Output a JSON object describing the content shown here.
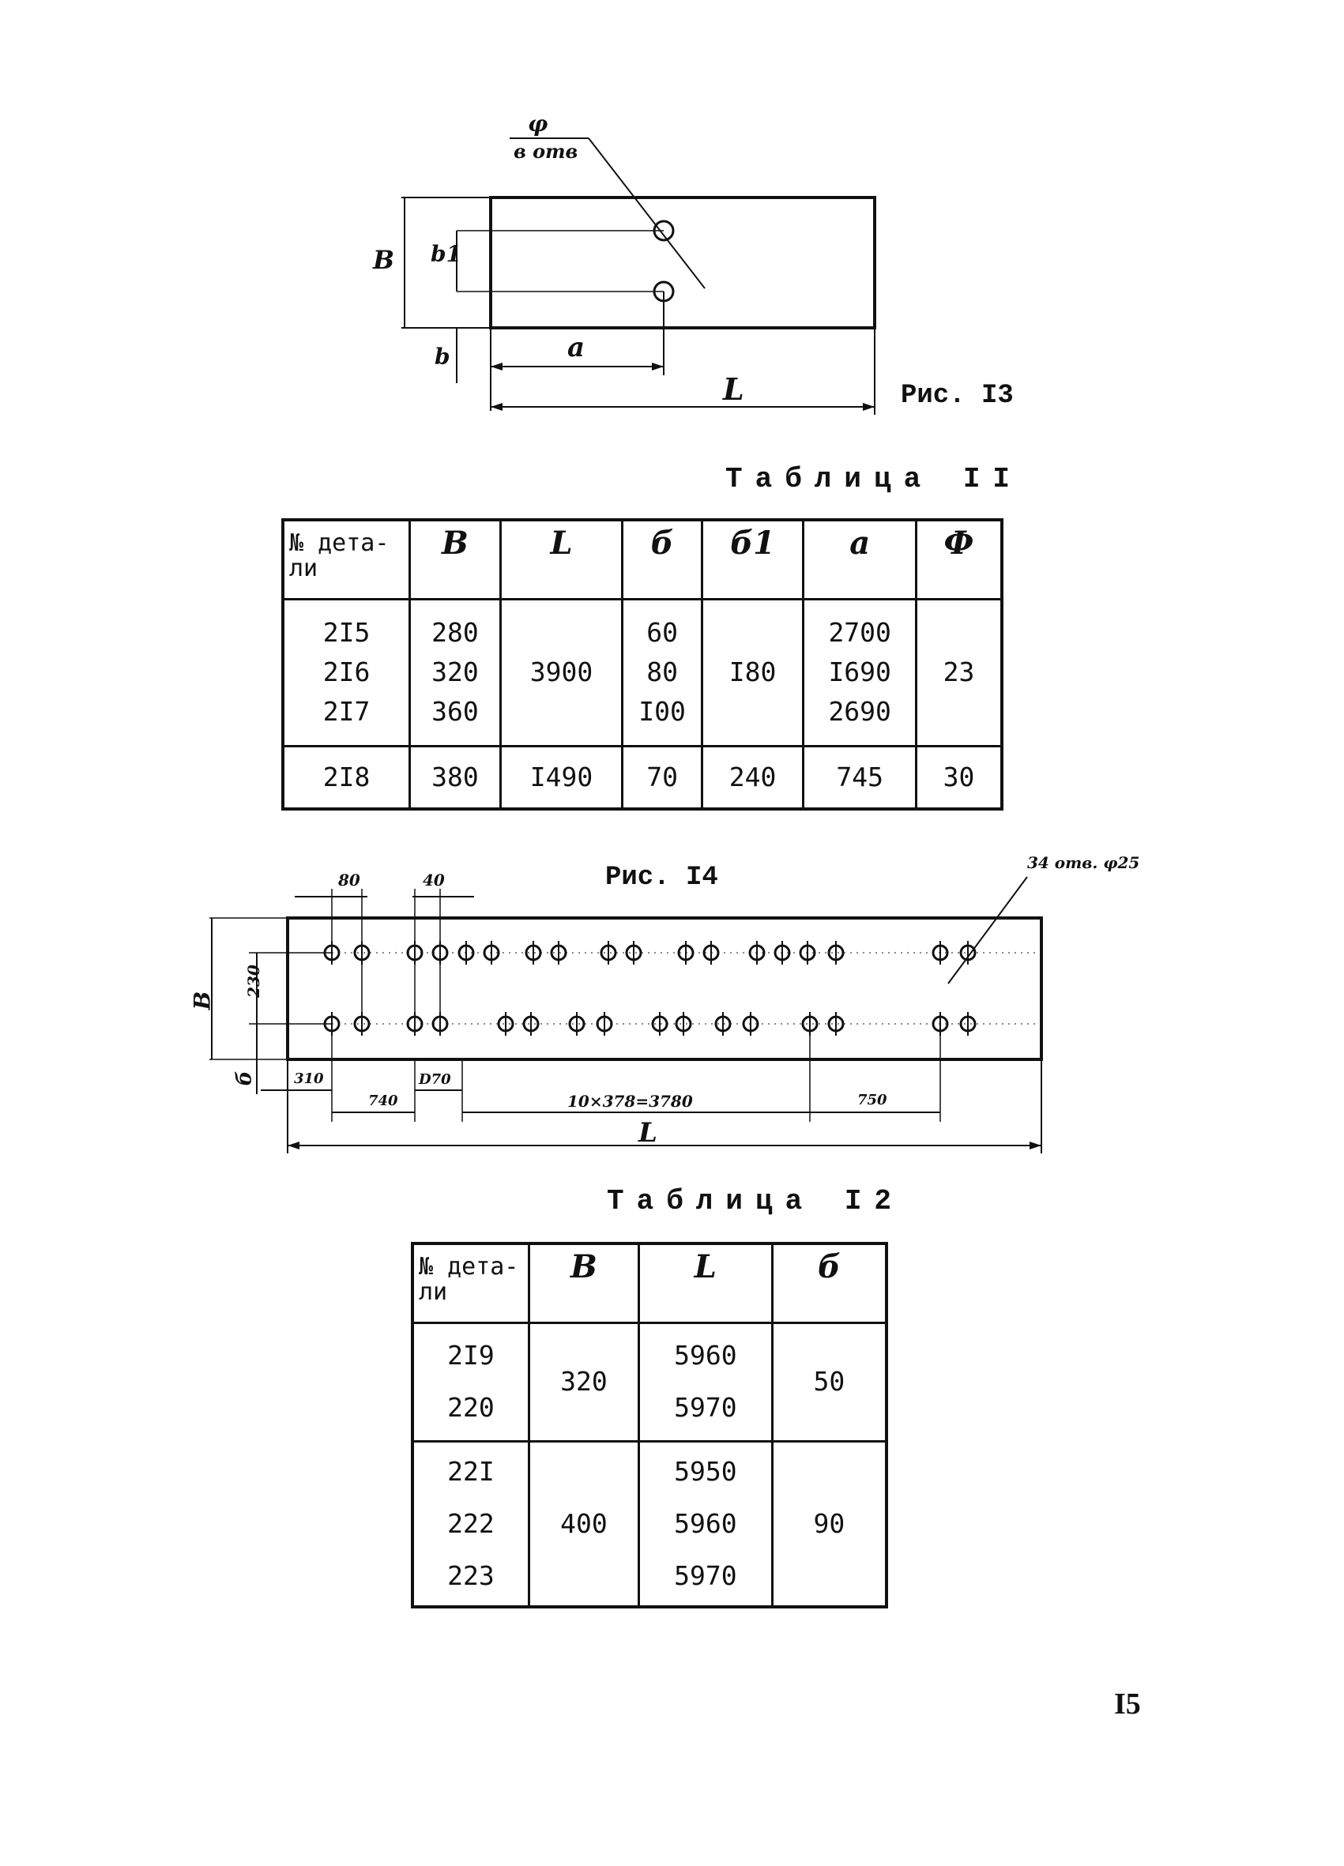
{
  "fig13": {
    "caption": "Рис. I3",
    "labels": {
      "phi": "φ",
      "hole": "в отв",
      "B": "В",
      "b1": "b1",
      "b": "b",
      "a": "a",
      "L": "L"
    }
  },
  "table11": {
    "caption": "Таблица II",
    "headers": [
      "№ дета-ли",
      "В",
      "L",
      "б",
      "б1",
      "a",
      "Ф"
    ],
    "group1": {
      "ids": [
        "2I5",
        "2I6",
        "2I7"
      ],
      "B": [
        "280",
        "320",
        "360"
      ],
      "L": "3900",
      "b": [
        "60",
        "80",
        "I00"
      ],
      "b1": "I80",
      "a": [
        "2700",
        "I690",
        "2690"
      ],
      "phi": "23"
    },
    "row218": {
      "id": "2I8",
      "B": "380",
      "L": "I490",
      "b": "70",
      "b1": "240",
      "a": "745",
      "phi": "30"
    }
  },
  "fig14": {
    "caption": "Рис. I4",
    "holes_label": "34 отв. φ25",
    "dims": {
      "top_left": "80",
      "top_mid": "40",
      "v_230": "230",
      "v_B": "В",
      "v_b": "б",
      "b_310": "310",
      "b_740": "740",
      "b_d70": "D70",
      "b_chain": "10×378=3780",
      "b_750": "750",
      "L": "L"
    }
  },
  "table12": {
    "caption": "Таблица I2",
    "headers": [
      "№ дета-ли",
      "В",
      "L",
      "б"
    ],
    "group1": {
      "ids": [
        "2I9",
        "220"
      ],
      "B": "320",
      "L": [
        "5960",
        "5970"
      ],
      "b": "50"
    },
    "group2": {
      "ids": [
        "22I",
        "222",
        "223"
      ],
      "B": "400",
      "L": [
        "5950",
        "5960",
        "5970"
      ],
      "b": "90"
    }
  },
  "page_number": "I5"
}
